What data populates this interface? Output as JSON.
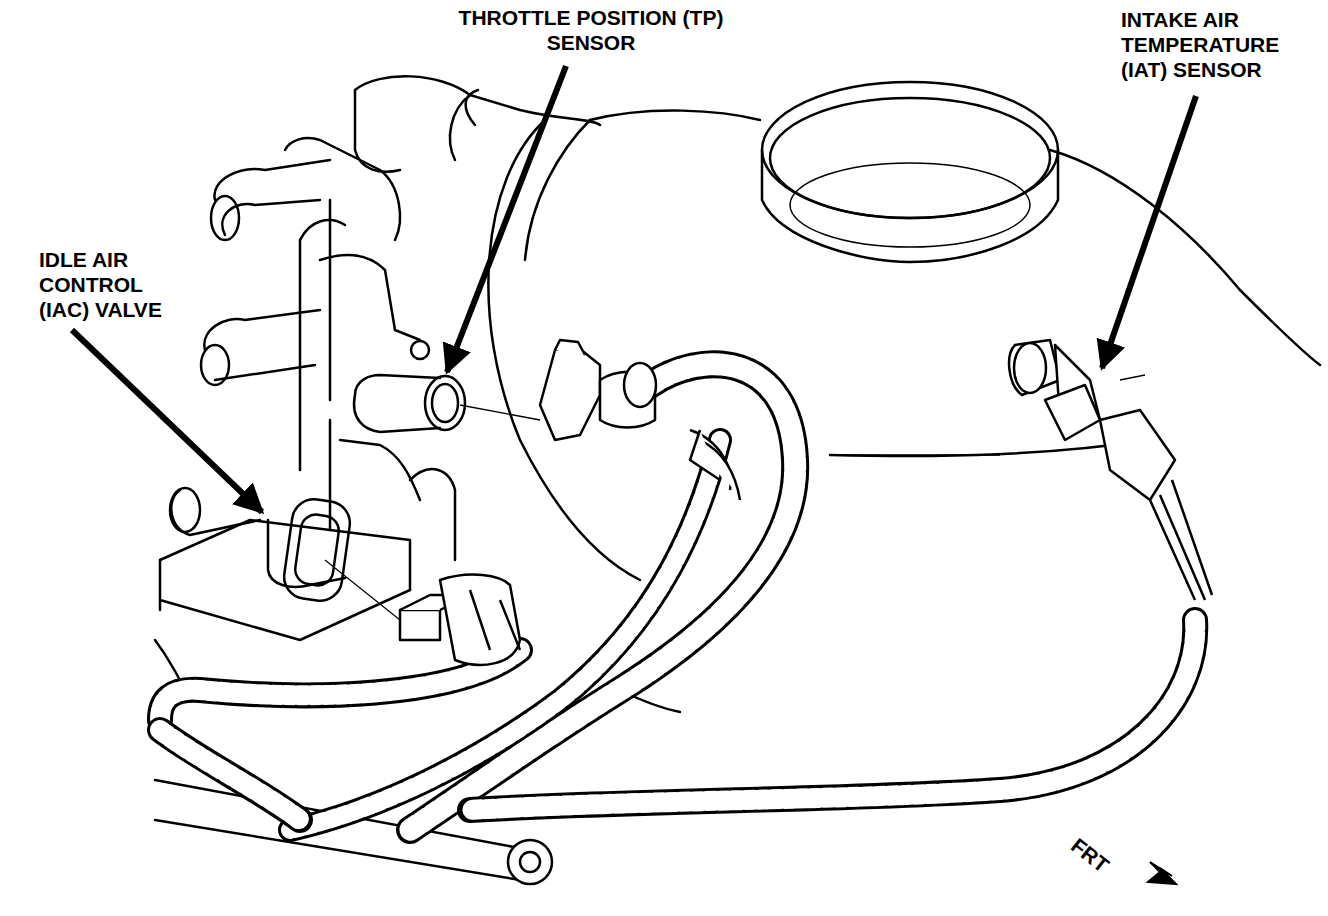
{
  "diagram": {
    "labels": [
      "THROTTLE POSITION (TP) SENSOR",
      "INTAKE AIR TEMPERATURE (IAT) SENSOR",
      "IDLE AIR CONTROL (IAC) VALVE",
      "FRT"
    ]
  }
}
